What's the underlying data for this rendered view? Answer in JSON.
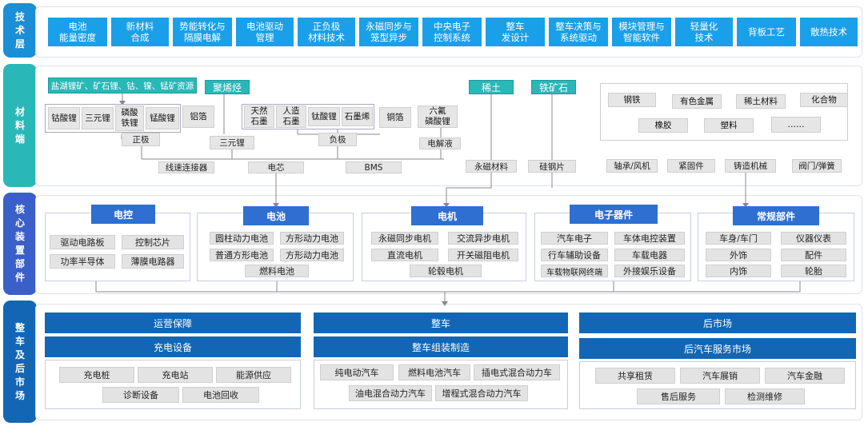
{
  "side": {
    "tech": "技术层",
    "material": "材料端",
    "core": "核心装置部件",
    "vehicle": "整车及后市场"
  },
  "tech": [
    "电池\n能量密度",
    "新材料\n合成",
    "势能转化与\n隔膜电解",
    "电池驱动\n管理",
    "正负极\n材料技术",
    "永磁同步与\n笼型异步",
    "中央电子\n控制系统",
    "整车\n发设计",
    "整车决策与\n系统驱动",
    "模块管理与\n智能软件",
    "轻量化\n技术",
    "背板工艺",
    "散热技术"
  ],
  "material": {
    "salt": "盐湖锂矿、矿石锂、钴、镍、锰矿资源",
    "pos": [
      "钴酸锂",
      "三元锂",
      "磷酸\n铁锂",
      "锰酸锂"
    ],
    "al": "铝箔",
    "pos_label": "正极",
    "poly": "聚烯烃",
    "ternary": "三元锂",
    "neg": [
      "天然\n石墨",
      "人造\n石墨",
      "钛酸锂",
      "石墨烯"
    ],
    "cu": "铜箔",
    "lipf": "六氟\n磷酸锂",
    "neg_label": "负极",
    "electrolyte": "电解液",
    "rare_earth": "稀土",
    "iron_ore": "铁矿石",
    "wire": "线速连接器",
    "cell": "电芯",
    "bms": "BMS",
    "magnet": "永磁材料",
    "si_steel": "硅钢片",
    "right": [
      "钢铁",
      "有色金属",
      "稀土材料",
      "化合物",
      "橡胶",
      "塑料",
      "……"
    ],
    "bottom_right": [
      "轴承/风机",
      "紧固件",
      "铸造机械",
      "阀门/弹簧"
    ]
  },
  "core": {
    "ctrl": {
      "title": "电控",
      "items": [
        "驱动电路板",
        "控制芯片",
        "功率半导体",
        "薄膜电路器"
      ]
    },
    "battery": {
      "title": "电池",
      "items": [
        "圆柱动力电池",
        "方形动力电池",
        "普通方形电池",
        "方形动力电池",
        "燃料电池"
      ]
    },
    "motor": {
      "title": "电机",
      "items": [
        "永磁同步电机",
        "交流异步电机",
        "直流电机",
        "开关磁阻电机",
        "轮毂电机"
      ]
    },
    "electronics": {
      "title": "电子器件",
      "items": [
        "汽车电子",
        "车体电控装置",
        "行车辅助设备",
        "车载电器",
        "车载物联网终端",
        "外接娱乐设备"
      ]
    },
    "regular": {
      "title": "常规部件",
      "items": [
        "车身/车门",
        "仪器仪表",
        "外饰",
        "配件",
        "内饰",
        "轮胎"
      ]
    }
  },
  "vehicle": {
    "ops": "运营保障",
    "charge": "充电设备",
    "charge_items": [
      "充电桩",
      "充电站",
      "能源供应",
      "诊断设备",
      "电池回收"
    ],
    "car": "整车",
    "assembly": "整车组装制造",
    "car_items": [
      "纯电动汽车",
      "燃料电池汽车",
      "插电式混合动力车",
      "油电混合动力汽车",
      "增程式混合动力汽车"
    ],
    "after": "后市场",
    "after_service": "后汽车服务市场",
    "after_items": [
      "共享租赁",
      "汽车展销",
      "汽车金融",
      "售后服务",
      "检测维修"
    ]
  },
  "colors": {
    "tech_side": "#1a8fd6",
    "material_side": "#2ab7b7",
    "core_side": "#3b5fc8",
    "vehicle_side": "#1366b4"
  }
}
